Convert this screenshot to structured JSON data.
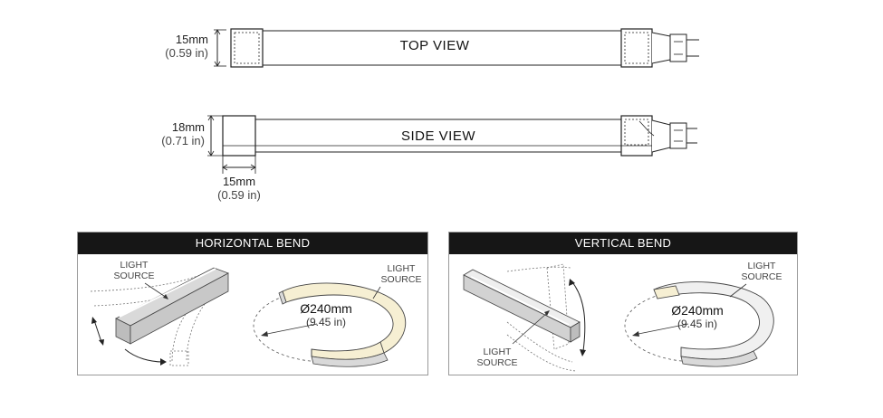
{
  "top_view": {
    "title": "TOP VIEW",
    "width_mm": "15mm",
    "width_in": "(0.59 in)"
  },
  "side_view": {
    "title": "SIDE VIEW",
    "height_mm": "18mm",
    "height_in": "(0.71 in)",
    "width_mm": "15mm",
    "width_in": "(0.59 in)"
  },
  "horizontal_bend": {
    "title": "HORIZONTAL BEND",
    "light_source_line1": "LIGHT",
    "light_source_line2": "SOURCE",
    "arc_light_line1": "LIGHT",
    "arc_light_line2": "SOURCE",
    "diameter_mm": "Ø240mm",
    "diameter_in": "(9.45 in)"
  },
  "vertical_bend": {
    "title": "VERTICAL BEND",
    "light_source_line1": "LIGHT",
    "light_source_line2": "SOURCE",
    "arc_light_line1": "LIGHT",
    "arc_light_line2": "SOURCE",
    "diameter_mm": "Ø240mm",
    "diameter_in": "(9.45 in)"
  },
  "colors": {
    "line": "#222222",
    "panel_header": "#161616",
    "light_glow": "#f6efd3",
    "profile_grey": "#d9d9d9"
  }
}
